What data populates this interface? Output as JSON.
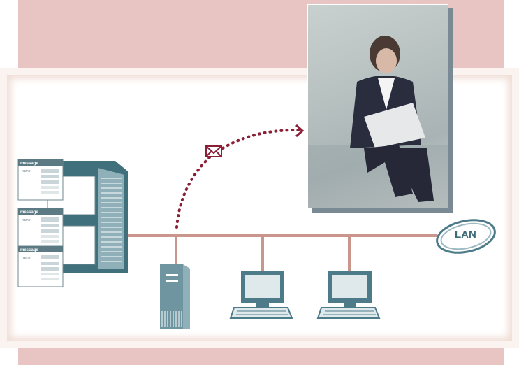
{
  "network": {
    "label": "LAN"
  },
  "messages": [
    {
      "title": "message",
      "field": "name:"
    },
    {
      "title": "message",
      "field": "name:"
    },
    {
      "title": "message",
      "field": "name:"
    }
  ],
  "icons": {
    "email": "envelope-icon",
    "photo": "woman-with-laptop-photo",
    "server": "mail-server-icon",
    "tower": "tower-computer-icon",
    "workstation": "workstation-icon",
    "network": "lan-ring-icon"
  }
}
